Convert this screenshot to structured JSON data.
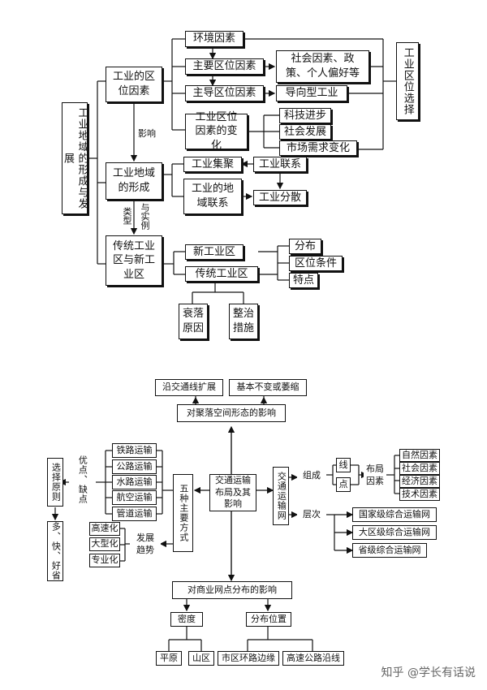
{
  "top": {
    "root": "工业地域的形成与发展",
    "location_factors": "工业的区位因素",
    "environment": "环境因素",
    "main_factors": "主要区位因素",
    "leading_factors": "主导区位因素",
    "social_policy": "社会因素、政策、个人偏好等",
    "oriented": "导向型工业",
    "location_choice": "工业区位选择",
    "factor_change": "工业区位因素的变化",
    "tech": "科技进步",
    "social_dev": "社会发展",
    "market": "市场需求变化",
    "influence": "影响",
    "formation": "工业地域的形成",
    "agglomeration": "工业集聚",
    "linkage": "工业联系",
    "regional_link": "工业的地域联系",
    "dispersion": "工业分散",
    "types_label": "类型",
    "examples_label": "与实例",
    "trad_new": "传统工业区与新工业区",
    "new_area": "新工业区",
    "trad_area": "传统工业区",
    "distribution": "分布",
    "conditions": "区位条件",
    "features": "特点",
    "decline": "衰落原因",
    "remedy": "整治措施"
  },
  "bottom": {
    "expand": "沿交通线扩展",
    "shrink": "基本不变或萎缩",
    "settlement": "对聚落空间形态的影响",
    "select_principle": "选择原则",
    "principle": "多、快、好省",
    "pros_cons": "优点、缺点",
    "rail": "铁路运输",
    "road": "公路运输",
    "water": "水路运输",
    "air": "航空运输",
    "pipe": "管道运输",
    "five_modes": "五种主要方式",
    "center": "交通运输布局及其影响",
    "network": "交通运输网",
    "compose": "组成",
    "line": "线",
    "point": "点",
    "layout_factors": "布局因素",
    "natural": "自然因素",
    "social": "社会因素",
    "economic": "经济因素",
    "technical": "技术因素",
    "levels": "层次",
    "national": "国家级综合运输网",
    "regional": "大区级综合运输网",
    "provincial": "省级综合运输网",
    "high_speed": "高速化",
    "large_scale": "大型化",
    "specialized": "专业化",
    "trend": "发展趋势",
    "commerce": "对商业网点分布的影响",
    "density": "密度",
    "location": "分布位置",
    "plain": "平原",
    "mountain": "山区",
    "ring_road": "市区环路边缘",
    "highway": "高速公路沿线"
  },
  "watermark": "知乎 @学长有话说"
}
